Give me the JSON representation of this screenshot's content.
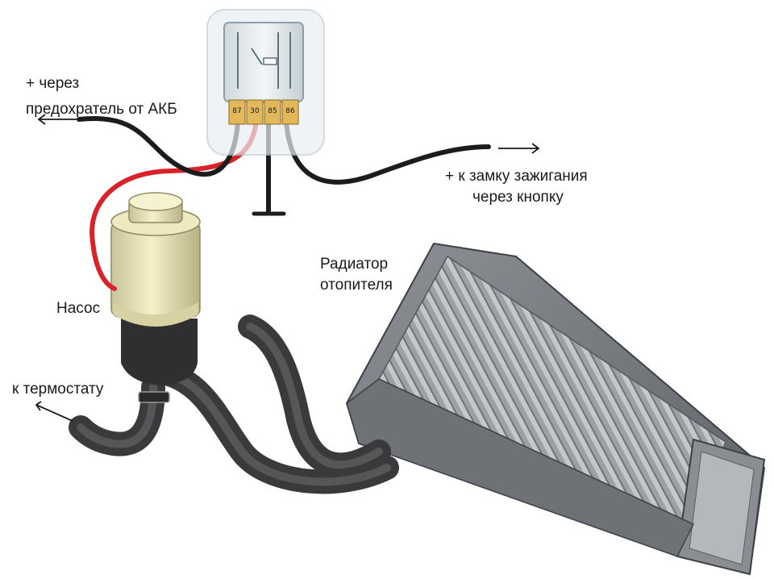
{
  "labels": {
    "battery_plus_line1": "+ через",
    "battery_plus_line2": "предохратель от АКБ",
    "ignition_line1": "+  к замку зажигания",
    "ignition_line2": "через кнопку",
    "radiator_line1": "Радиатор",
    "radiator_line2": "отопителя",
    "pump": "Насос",
    "thermostat": "к термостату"
  },
  "relay_pins": [
    "87",
    "30",
    "85",
    "86"
  ],
  "colors": {
    "wire_black": "#1c1c1c",
    "wire_red": "#d9232a",
    "hose": "#3a3a3c",
    "pump_cap": "#ece6b4",
    "radiator_fin": "#a9adb2",
    "relay_case": "#dfe7ea",
    "relay_pin": "#e2b85a"
  }
}
